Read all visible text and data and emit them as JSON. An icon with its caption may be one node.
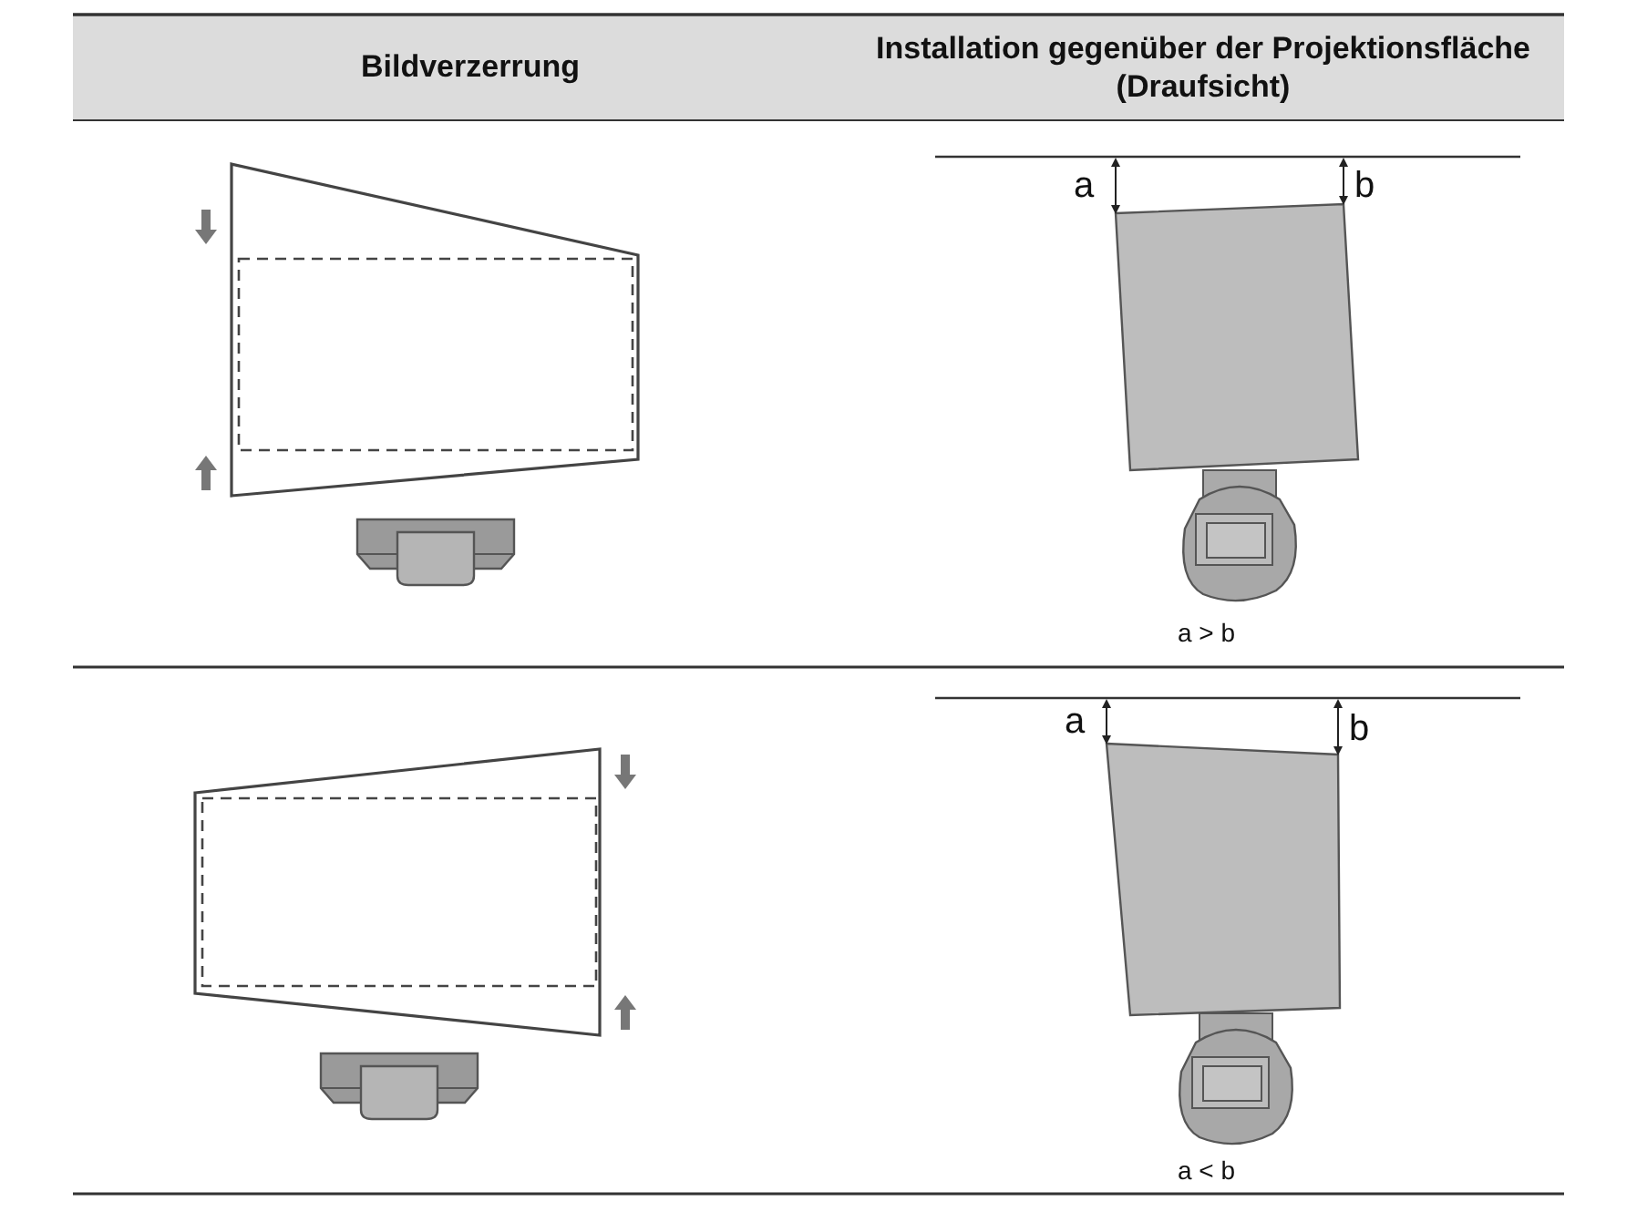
{
  "diagram": {
    "labels": [
      "Bildverzerrung",
      "Installation gegenüber der Projektionsfläche (Draufsicht)",
      "a",
      "b",
      "a > b",
      "a",
      "b",
      "a < b"
    ]
  }
}
